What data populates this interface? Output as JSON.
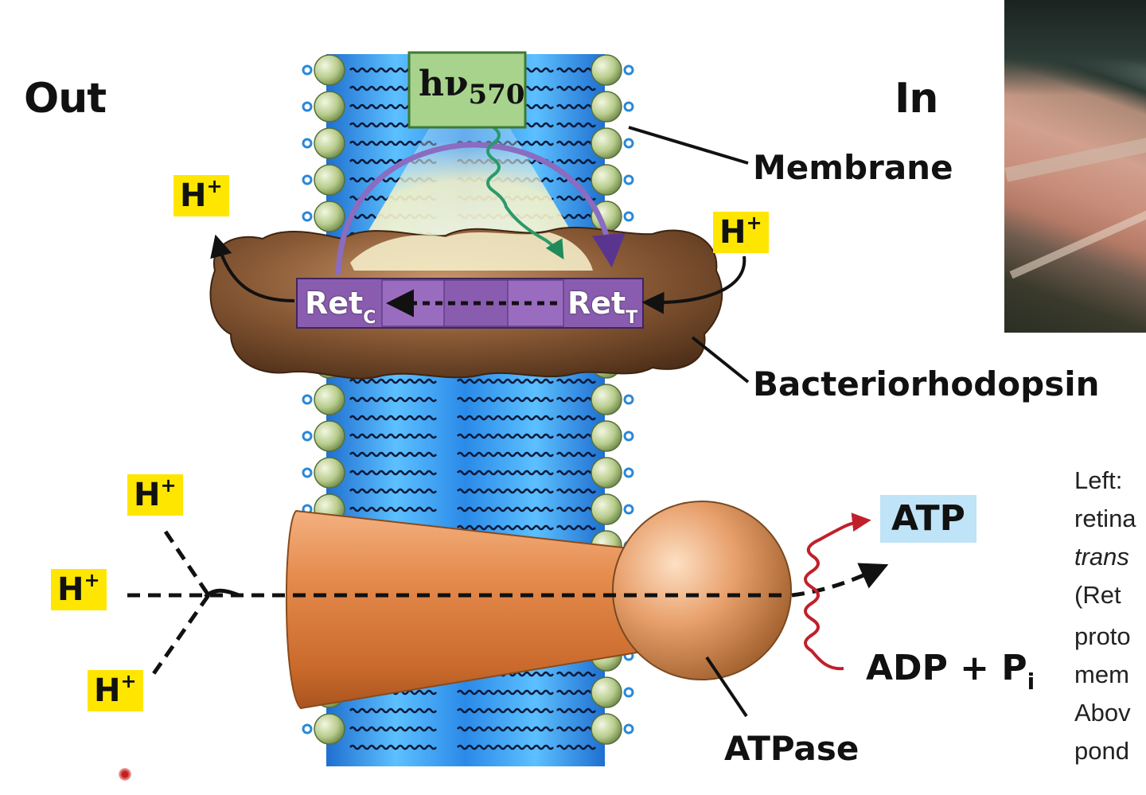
{
  "labels": {
    "out": "Out",
    "in": "In",
    "membrane": "Membrane",
    "bacteriorhodopsin": "Bacteriorhodopsin",
    "atpase": "ATPase",
    "atp": "ATP",
    "adp": "ADP + P",
    "adp_sub": "i",
    "photon_main": "hν",
    "photon_sub": "570",
    "ret_c_main": "Ret",
    "ret_c_sub": "C",
    "ret_t_main": "Ret",
    "ret_t_sub": "T",
    "proton_main": "H",
    "proton_charge": "+"
  },
  "caption_lines": [
    "Left:",
    "retina",
    "trans",
    "(Ret",
    "proto",
    "mem",
    "Abov",
    "pond"
  ],
  "colors": {
    "membrane_blue": "#3aa0e8",
    "headgroup": "#b8cc8c",
    "protein_brown": "#7a4e2e",
    "retinal_purple": "#8a5cb0",
    "atpase_orange": "#e08a4a",
    "proton_box": "#ffe600",
    "atp_box": "#bfe3f7",
    "photon_box": "#a8d38c"
  }
}
